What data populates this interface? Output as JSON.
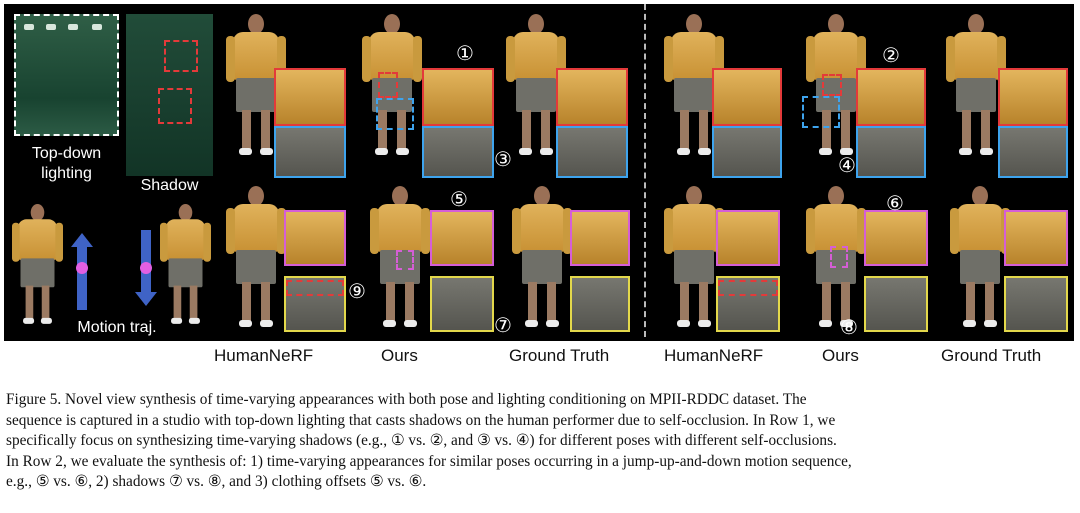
{
  "figure": {
    "left_panel": {
      "label_lighting": "Top-down\nlighting",
      "label_shadow": "Shadow",
      "label_motion": "Motion traj."
    },
    "markers": [
      "①",
      "②",
      "③",
      "④",
      "⑤",
      "⑥",
      "⑦",
      "⑧",
      "⑨"
    ],
    "column_labels": [
      "HumanNeRF",
      "Ours",
      "Ground Truth",
      "HumanNeRF",
      "Ours",
      "Ground Truth"
    ],
    "colors": {
      "red": "#e33a3a",
      "blue": "#3ea4ee",
      "magenta": "#d55ed6",
      "yellow": "#e3d84b",
      "arrow": "#3f63c6"
    }
  },
  "caption": {
    "lines": [
      "Figure 5.  Novel view synthesis of time-varying appearances with both pose and lighting conditioning on MPII-RDDC dataset.  The",
      "sequence is captured in a studio with top-down lighting that casts shadows on the human performer due to self-occlusion. In Row 1, we",
      "specifically focus on synthesizing time-varying shadows (e.g., ① vs. ②, and ③ vs. ④) for different poses with different self-occlusions.",
      "In Row 2, we evaluate the synthesis of: 1) time-varying appearances for similar poses occurring in a jump-up-and-down motion sequence,",
      "e.g., ⑤ vs. ⑥, 2) shadows ⑦ vs. ⑧, and 3) clothing offsets ⑤ vs. ⑥."
    ]
  }
}
